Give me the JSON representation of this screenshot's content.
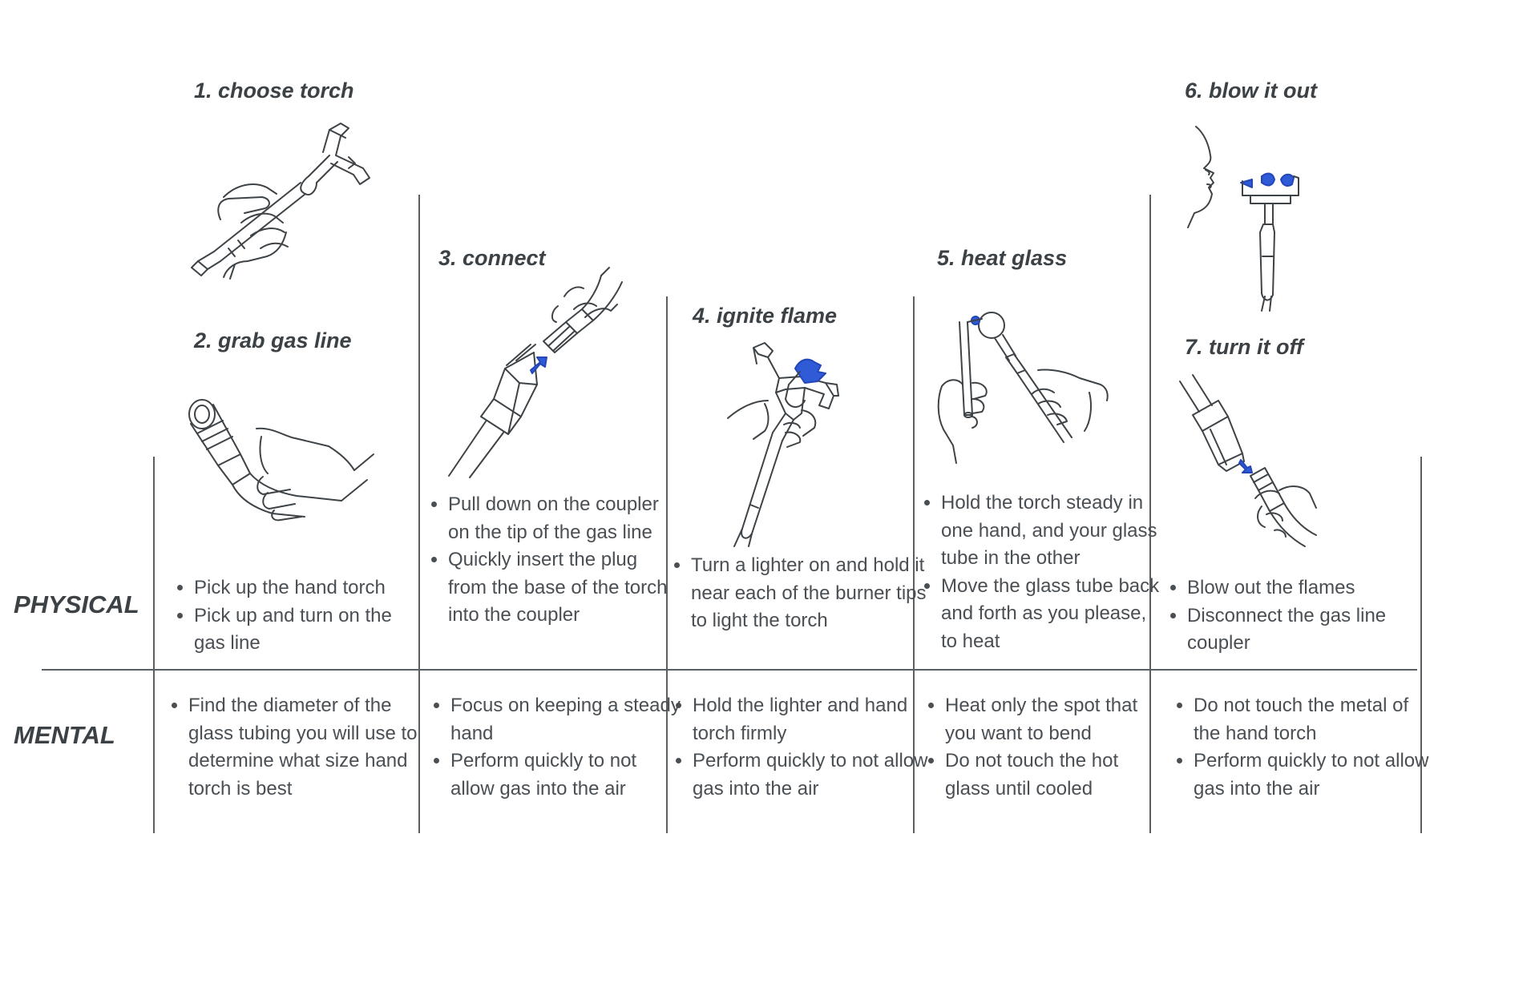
{
  "rows": {
    "physical": "PHYSICAL",
    "mental": "MENTAL"
  },
  "steps": [
    {
      "title": "1. choose torch",
      "icon": "hand-torch-icon"
    },
    {
      "title": "2. grab gas line",
      "icon": "gas-line-coupler-icon"
    },
    {
      "title": "3. connect",
      "icon": "connect-plug-icon"
    },
    {
      "title": "4. ignite flame",
      "icon": "lighter-flame-icon"
    },
    {
      "title": "5. heat glass",
      "icon": "heat-glass-icon"
    },
    {
      "title": "6. blow it out",
      "icon": "blow-out-face-icon"
    },
    {
      "title": "7. turn it off",
      "icon": "disconnect-coupler-icon"
    }
  ],
  "physical": [
    [
      "Pick up the hand torch",
      "Pick up and turn on the gas line"
    ],
    [
      "Pull down on the coupler on the tip of the gas line",
      "Quickly insert the plug from the base of the torch into the coupler"
    ],
    [
      "Turn a lighter on and hold it near each of the burner tips to light the torch"
    ],
    [
      "Hold the torch steady in one hand, and your glass tube in the other",
      "Move the glass tube back and forth as you please, to heat"
    ],
    [
      "Blow out the flames",
      "Disconnect the gas line coupler"
    ]
  ],
  "mental": [
    [
      "Find the diameter of the glass tubing you will use to determine what size hand torch is best"
    ],
    [
      "Focus on keeping a steady hand",
      "Perform quickly to not allow gas into the air"
    ],
    [
      "Hold the lighter and hand torch firmly",
      "Perform quickly to not allow gas into the air"
    ],
    [
      "Heat only the spot that you want to bend",
      "Do not touch the hot glass until cooled"
    ],
    [
      "Do not touch the metal of the hand torch",
      "Perform quickly to not allow gas into the air"
    ]
  ],
  "colors": {
    "line": "#5a5f63",
    "text": "#4a4f54",
    "title": "#3c4145",
    "accent_blue": "#2f5bd6"
  }
}
